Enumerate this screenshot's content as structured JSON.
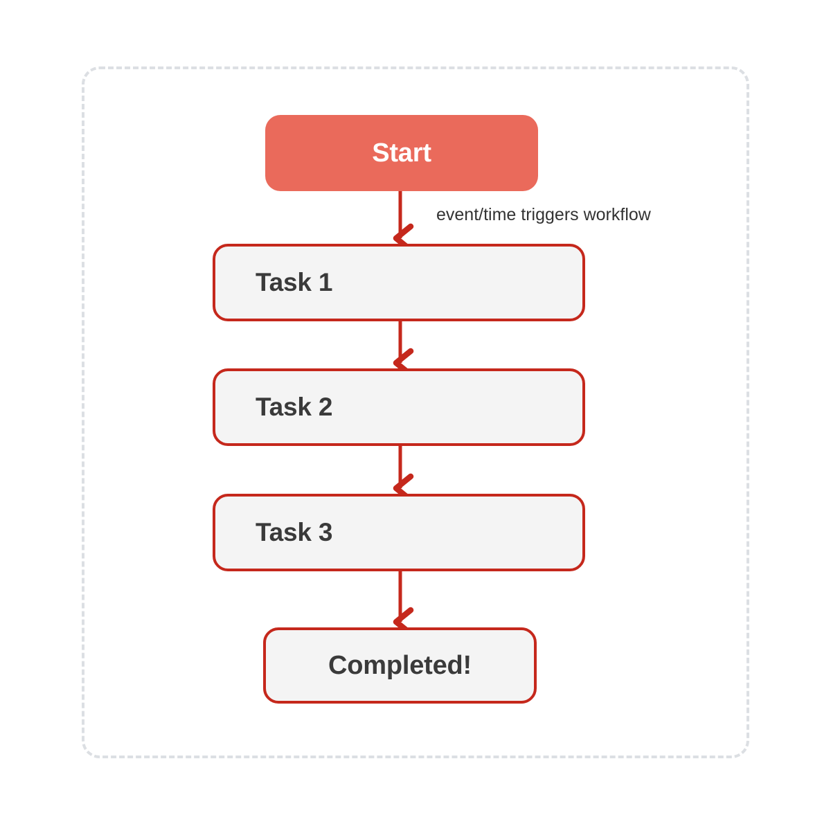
{
  "diagram": {
    "type": "flowchart",
    "direction": "top-to-bottom",
    "container": {
      "name": "workflow-container",
      "border_style": "dashed",
      "border_color": "#dcdfe3"
    },
    "colors": {
      "start_fill": "#ea6a5b",
      "start_text": "#ffffff",
      "node_fill": "#f4f4f4",
      "node_border": "#c5281c",
      "node_text": "#3a3a3a",
      "arrow": "#c5281c",
      "edge_label_text": "#333333",
      "background": "#ffffff"
    },
    "nodes": [
      {
        "id": "start",
        "label": "Start",
        "shape": "rounded-rectangle",
        "style": "filled",
        "align": "center"
      },
      {
        "id": "task1",
        "label": "Task 1",
        "shape": "rounded-rectangle",
        "style": "outlined",
        "align": "left"
      },
      {
        "id": "task2",
        "label": "Task 2",
        "shape": "rounded-rectangle",
        "style": "outlined",
        "align": "left"
      },
      {
        "id": "task3",
        "label": "Task 3",
        "shape": "rounded-rectangle",
        "style": "outlined",
        "align": "left"
      },
      {
        "id": "completed",
        "label": "Completed!",
        "shape": "rounded-rectangle",
        "style": "outlined",
        "align": "center"
      }
    ],
    "edges": [
      {
        "from": "start",
        "to": "task1",
        "label": "event/time triggers workflow",
        "arrow": "down"
      },
      {
        "from": "task1",
        "to": "task2",
        "label": "",
        "arrow": "down"
      },
      {
        "from": "task2",
        "to": "task3",
        "label": "",
        "arrow": "down"
      },
      {
        "from": "task3",
        "to": "completed",
        "label": "",
        "arrow": "down"
      }
    ]
  }
}
